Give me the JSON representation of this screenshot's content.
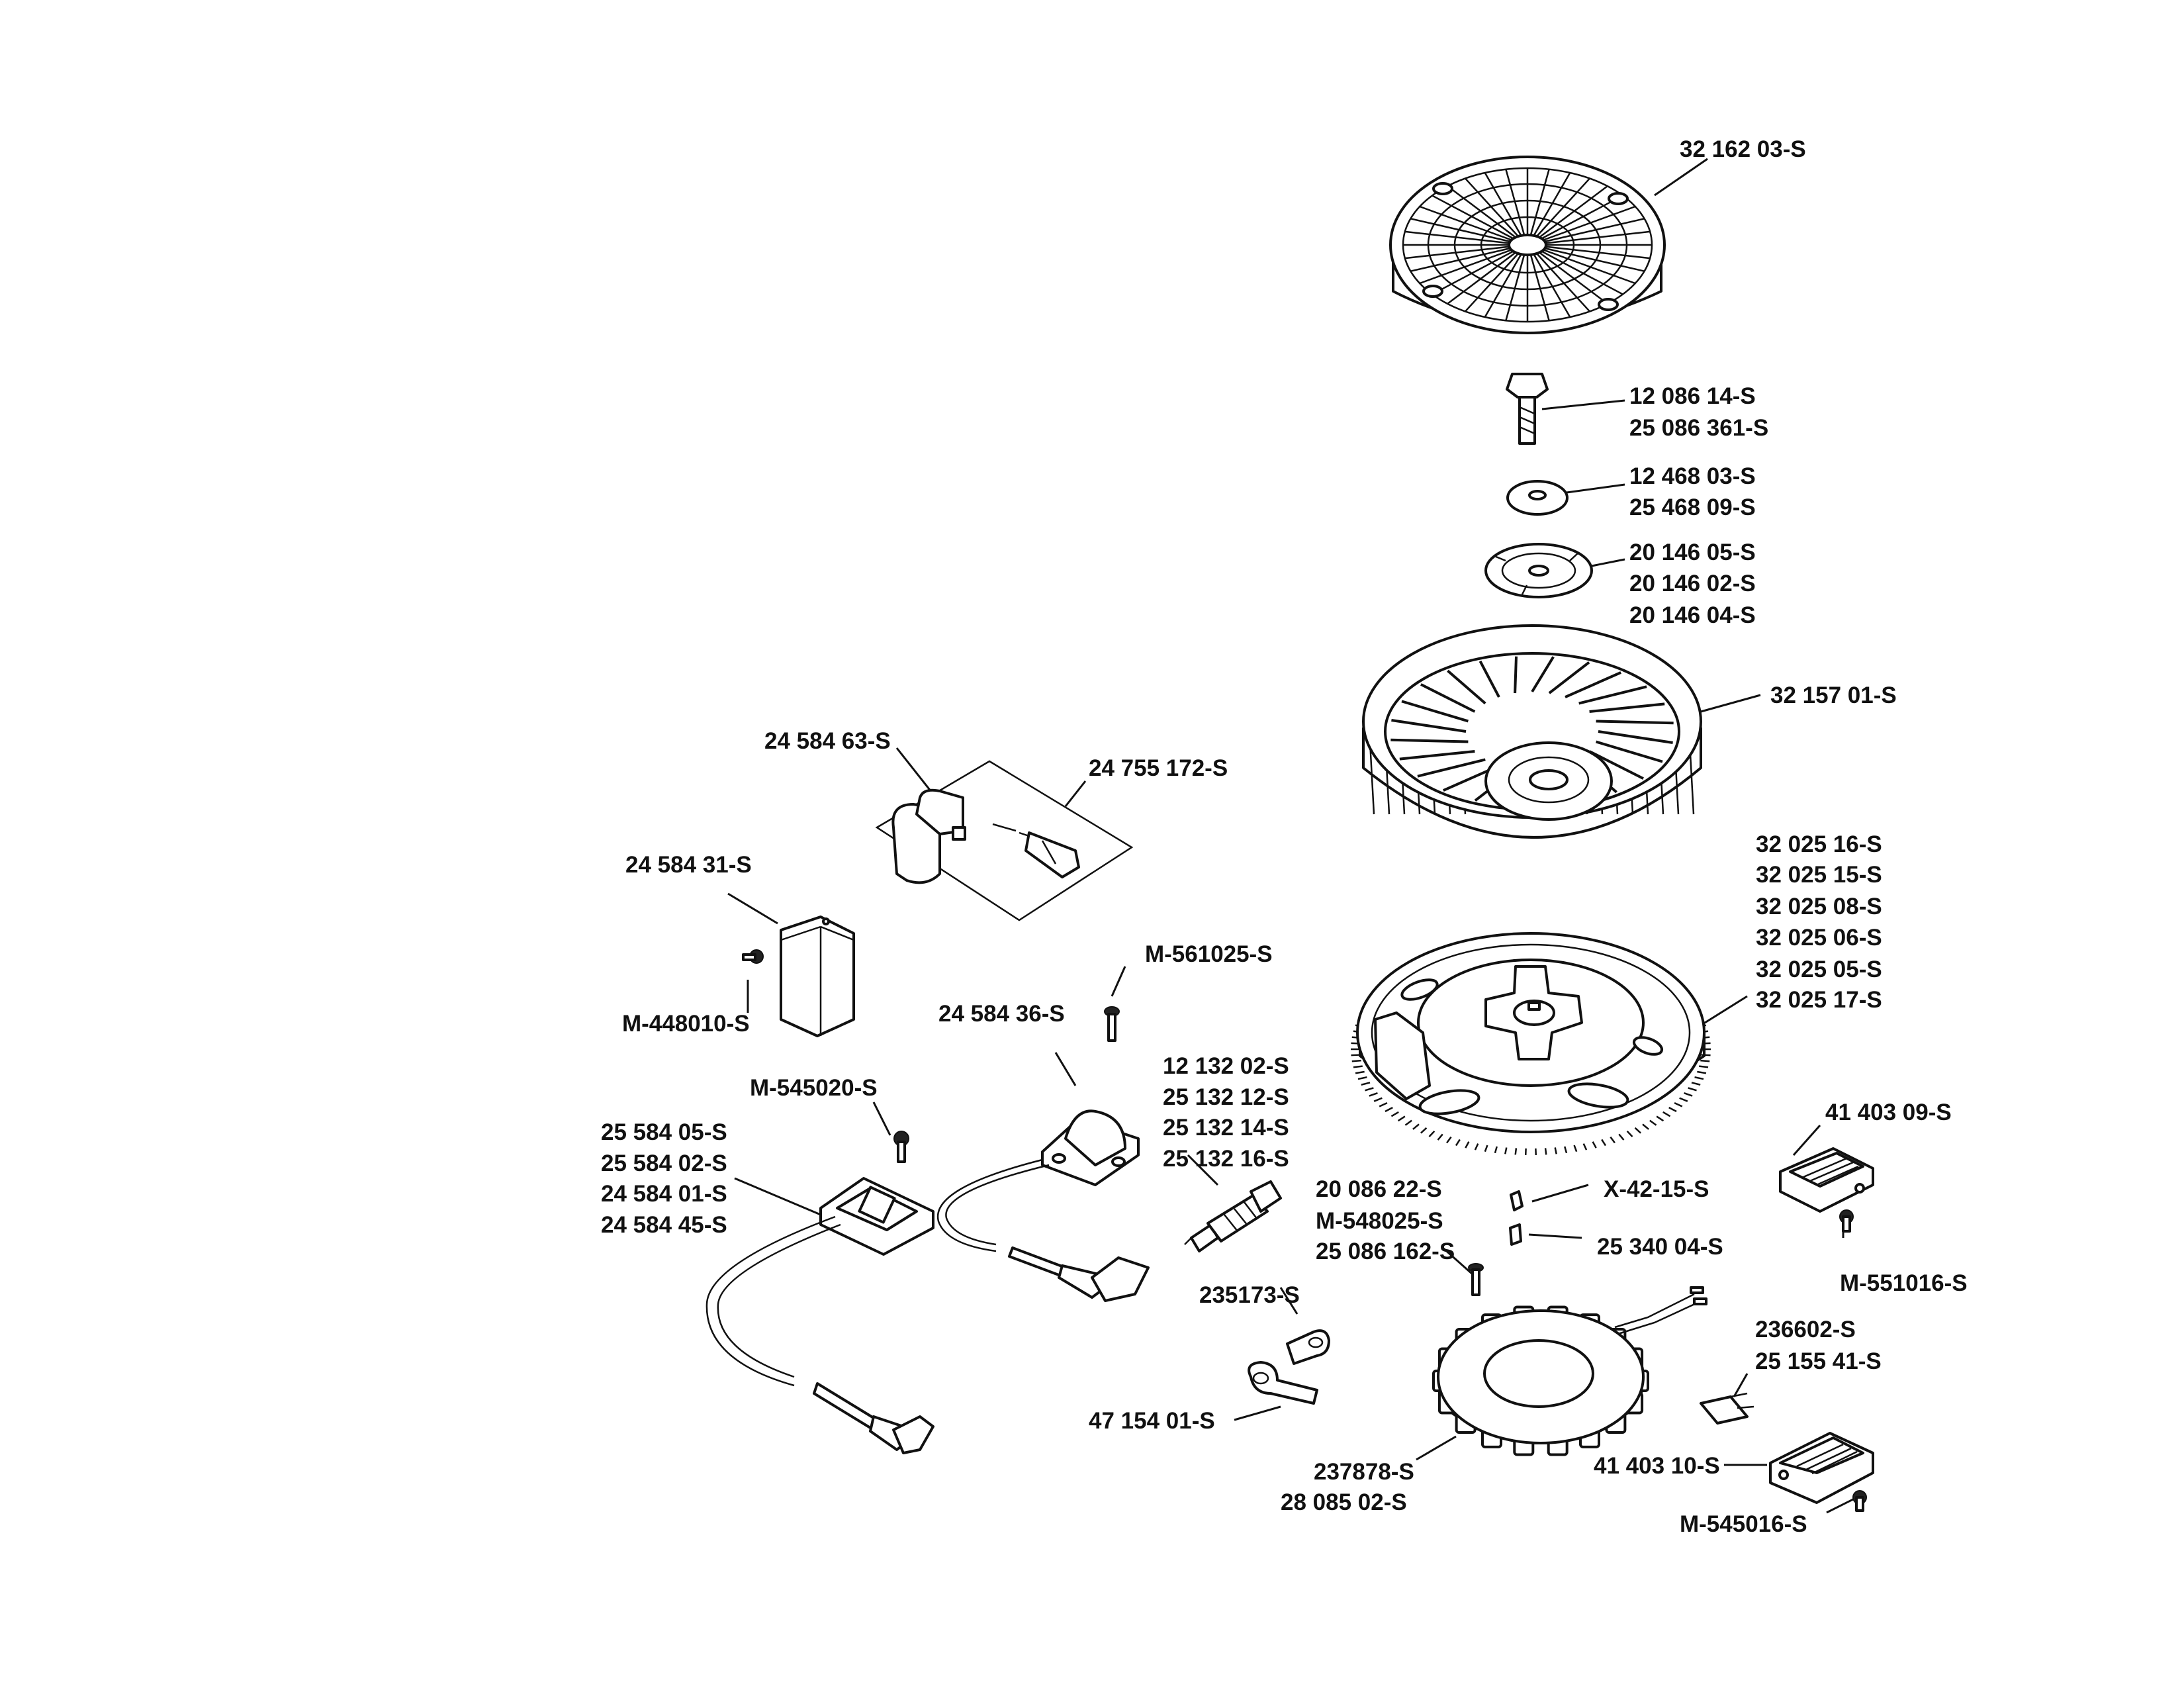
{
  "parts": {
    "fan_screen": [
      "32 162 03-S"
    ],
    "flywheel_bolt": [
      "12 086 14-S",
      "25 086 361-S"
    ],
    "washer": [
      "12 468 03-S",
      "25 468 09-S"
    ],
    "adapter_plate": [
      "20 146 05-S",
      "20 146 02-S",
      "20 146 04-S"
    ],
    "fan": [
      "32 157 01-S"
    ],
    "flywheel": [
      "32 025 16-S",
      "32 025 15-S",
      "32 025 08-S",
      "32 025 06-S",
      "32 025 05-S",
      "32 025 17-S"
    ],
    "rectifier_top": [
      "41 403 09-S"
    ],
    "screw_rectifier_top": [
      "M-551016-S"
    ],
    "key_x42": [
      "X-42-15-S"
    ],
    "key_25340": [
      "25 340 04-S"
    ],
    "stator_screw": [
      "20 086 22-S",
      "M-548025-S",
      "25 086 162-S"
    ],
    "stator": [
      "237878-S",
      "28 085 02-S"
    ],
    "diode": [
      "236602-S",
      "25 155 41-S"
    ],
    "rectifier_bottom": [
      "41 403 10-S"
    ],
    "screw_rectifier_bottom": [
      "M-545016-S"
    ],
    "clip_small": [
      "235173-S"
    ],
    "clip_large": [
      "47 154 01-S"
    ],
    "spark_plug": [
      "12 132 02-S",
      "25 132 12-S",
      "25 132 14-S",
      "25 132 16-S"
    ],
    "screw_coil": [
      "M-561025-S"
    ],
    "ignition_coil": [
      "24 584 36-S"
    ],
    "screw_coil_left": [
      "M-545020-S"
    ],
    "ignition_coil_left": [
      "25 584 05-S",
      "25 584 02-S",
      "24 584 01-S",
      "24 584 45-S"
    ],
    "ignition_module": [
      "24 584 31-S"
    ],
    "screw_module": [
      "M-448010-S"
    ],
    "coil_kit": [
      "24 584 63-S"
    ],
    "coil_kit_lead": [
      "24 755 172-S"
    ]
  }
}
